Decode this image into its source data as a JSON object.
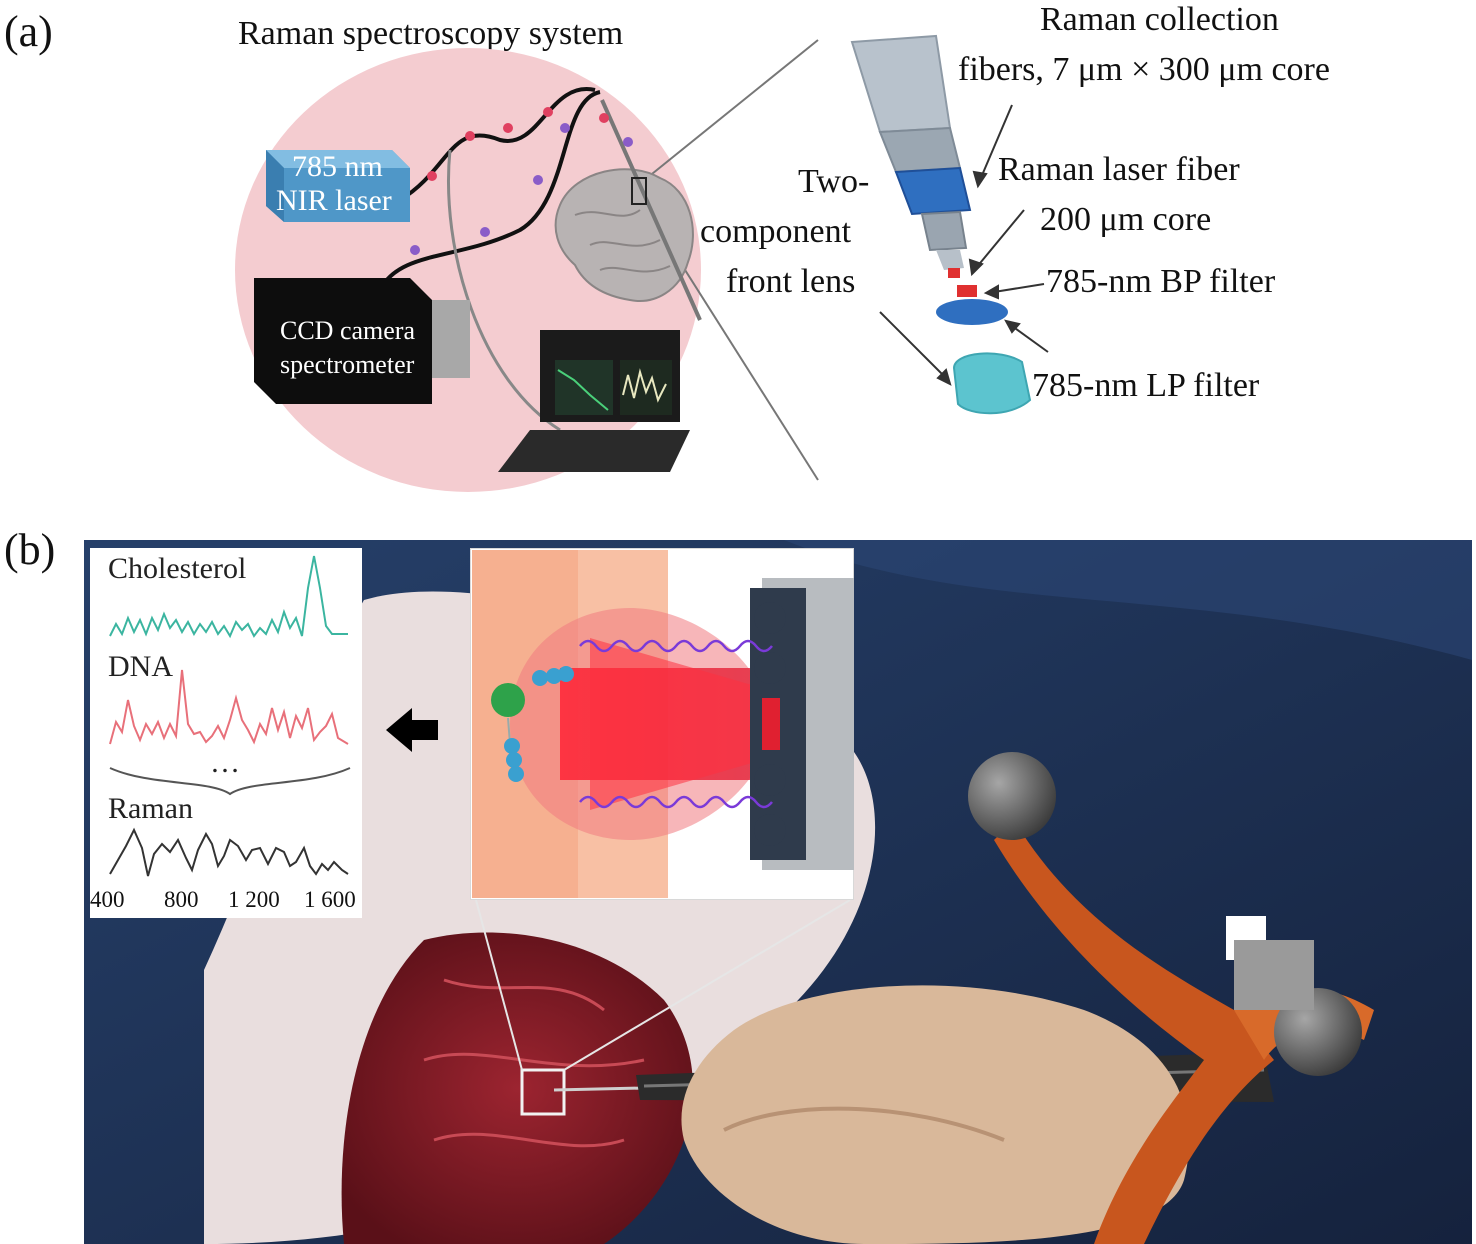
{
  "panel_a": {
    "label": "(a)",
    "system_title": "Raman spectroscopy system",
    "laser_label_line1": "785 nm",
    "laser_label_line2": "NIR laser",
    "ccd_label_line1": "CCD camera",
    "ccd_label_line2": "spectrometer",
    "collection_fibers_line1": "Raman collection",
    "collection_fibers_line2": "fibers, 7 μm × 300 μm core",
    "laser_fiber_line1": "Raman laser fiber",
    "laser_fiber_line2": "200 μm core",
    "front_lens_line1": "Two-",
    "front_lens_line2": "component",
    "front_lens_line3": "front lens",
    "bp_filter": "785-nm  BP filter",
    "lp_filter": "785-nm  LP filter"
  },
  "panel_b": {
    "label": "(b)",
    "spectra": [
      {
        "name": "Cholesterol",
        "color": "#3bb5a0"
      },
      {
        "name": "DNA",
        "color": "#e8707a"
      },
      {
        "name": "Raman",
        "color": "#333333"
      }
    ],
    "ellipsis": "…",
    "x_ticks": [
      "400",
      "800",
      "1 200",
      "1 600"
    ]
  },
  "colors": {
    "pink_circle": "#f4ccd0",
    "laser_box": "#4f97c8",
    "probe_gray": "#b8c2cc",
    "probe_blue": "#2f6fc0",
    "lens_teal": "#5cc4cf",
    "drape": "#1e2f52",
    "handle_orange": "#c8561e"
  }
}
